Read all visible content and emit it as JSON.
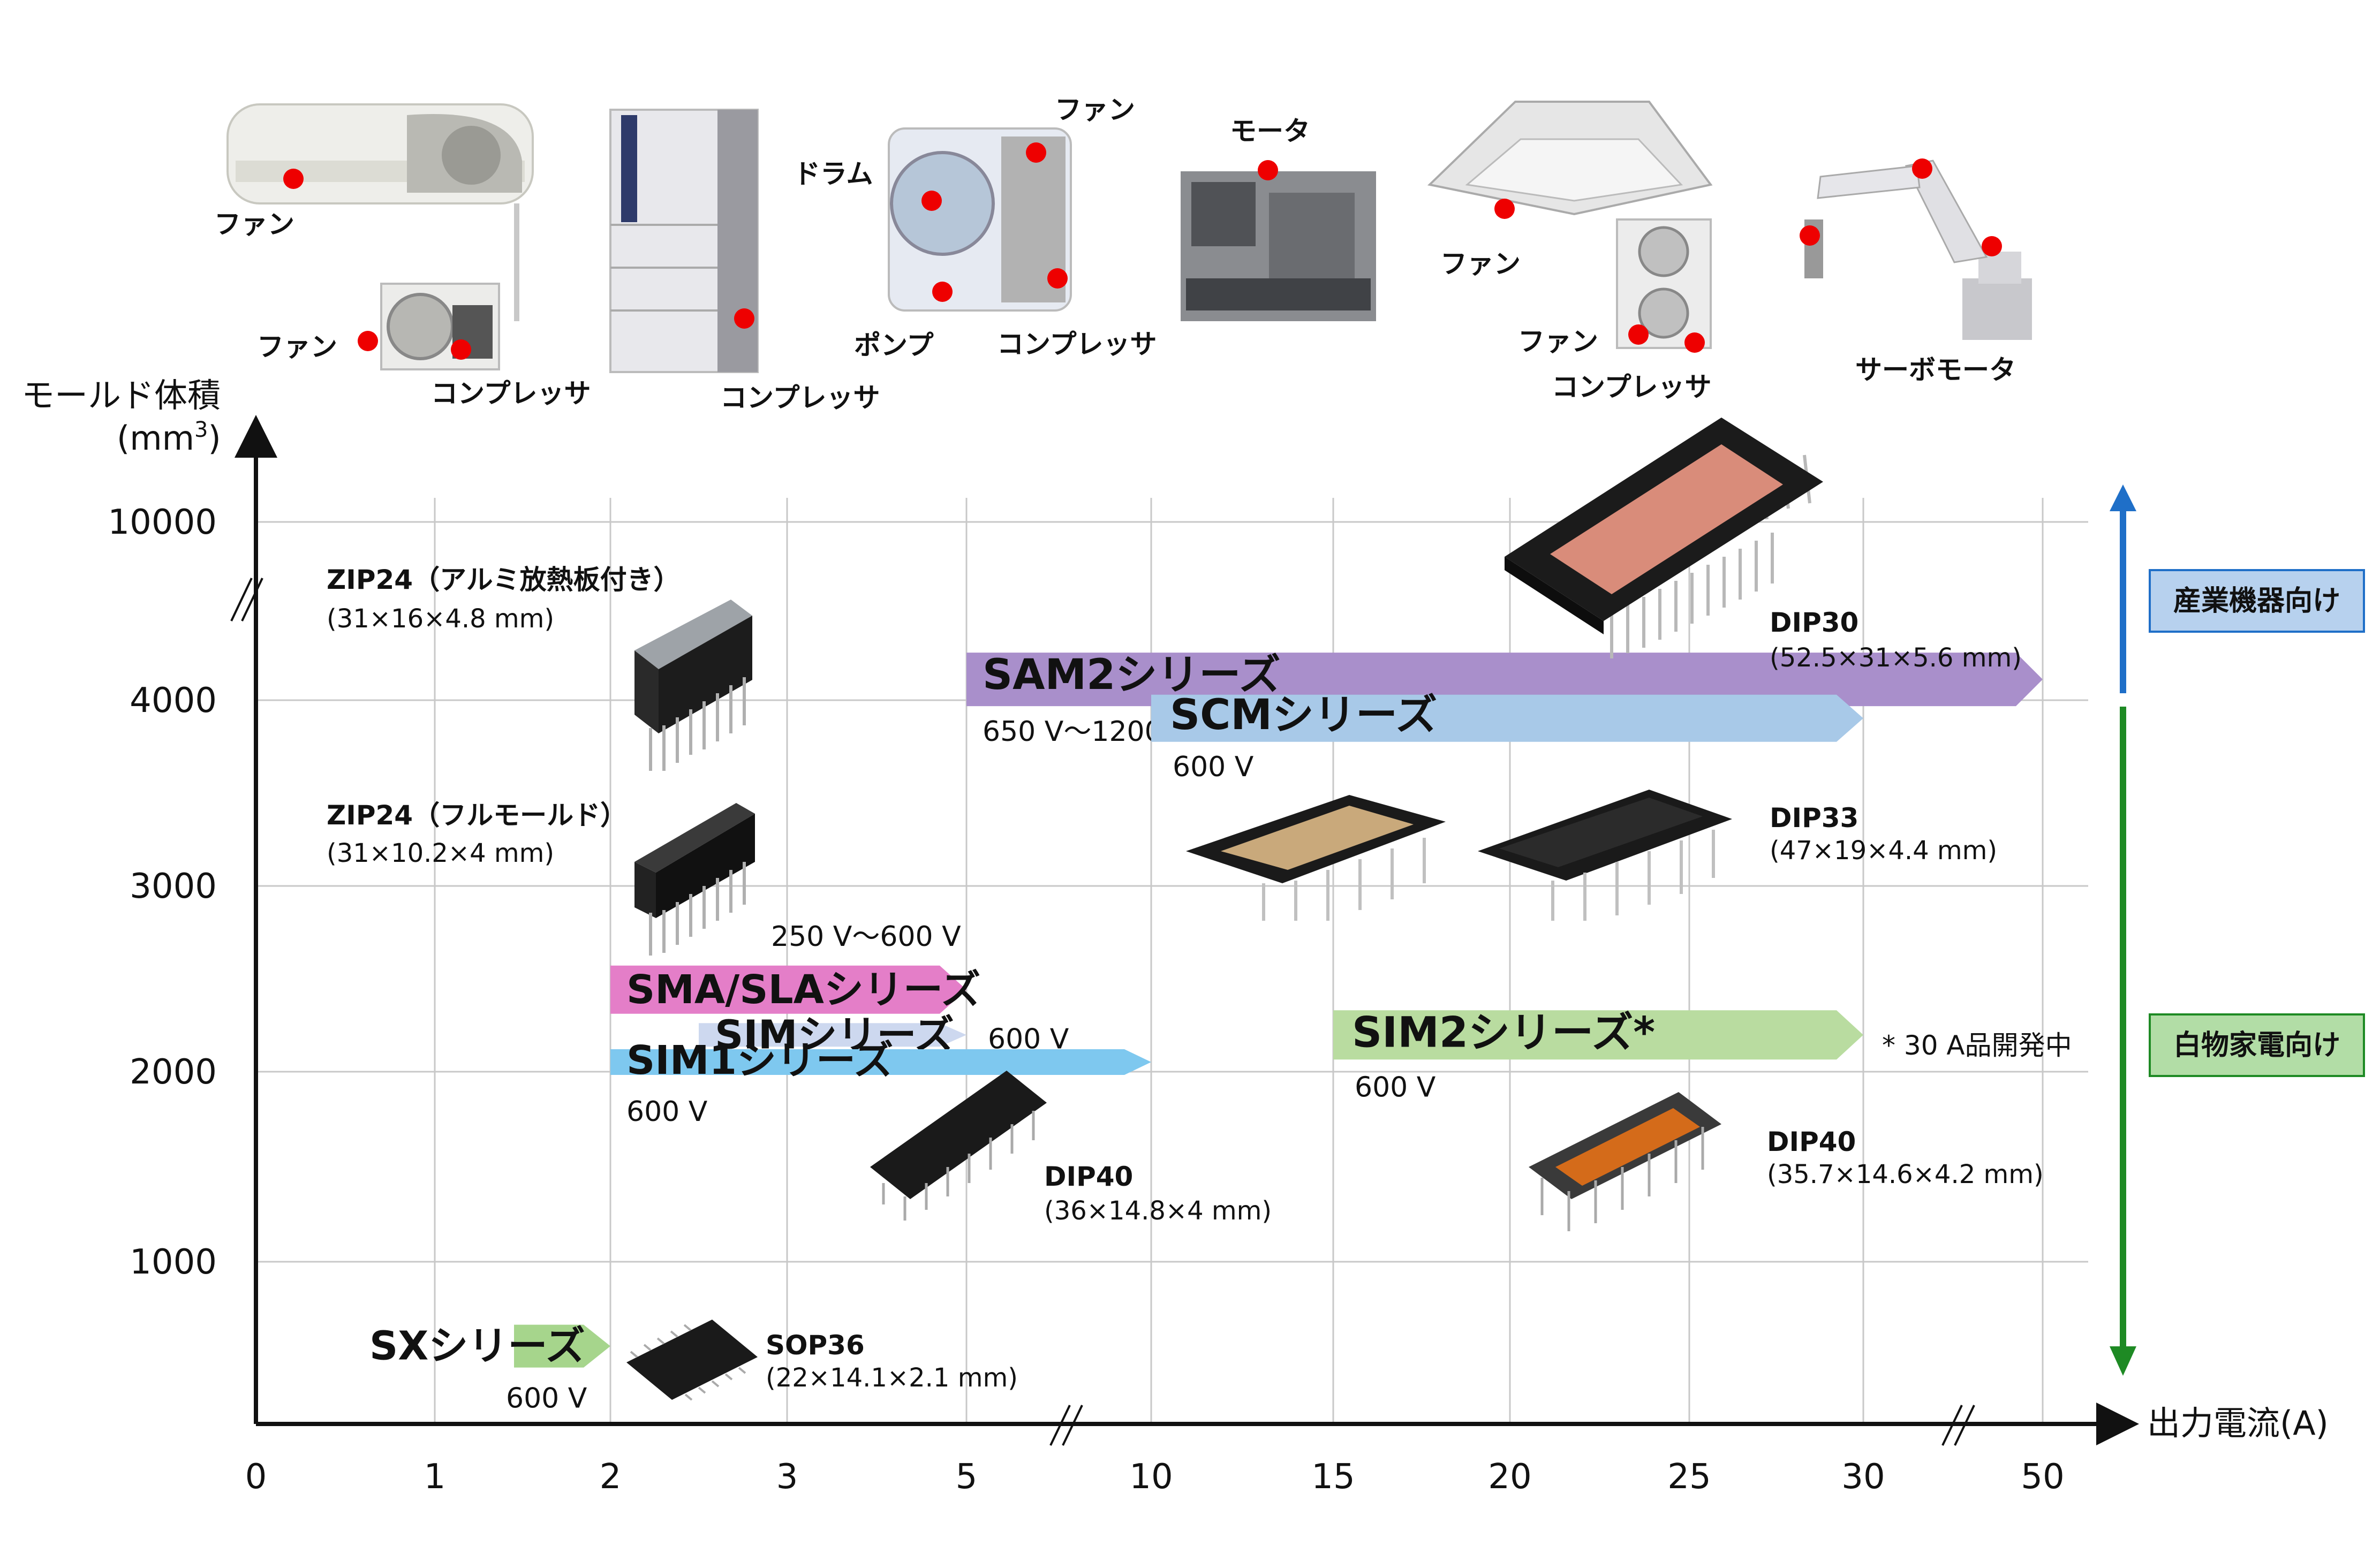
{
  "chart_data": {
    "type": "bar",
    "xlabel": "出力電流(A)",
    "ylabel_line1": "モールド体積",
    "ylabel_line2_base": "(mm",
    "ylabel_line2_sup": "3",
    "ylabel_line2_end": ")",
    "x_ticks": [
      "0",
      "1",
      "2",
      "3",
      "5",
      "10",
      "15",
      "20",
      "25",
      "30",
      "50"
    ],
    "y_ticks": [
      "1000",
      "2000",
      "3000",
      "4000",
      "10000"
    ],
    "series": [
      {
        "name": "SAM2シリーズ",
        "x": [
          "5",
          "50"
        ],
        "y_center": "4700",
        "voltage": "650 V〜1200 V",
        "color": "#a98fcb"
      },
      {
        "name": "SCMシリーズ",
        "x": [
          "10",
          "30"
        ],
        "y_center": "3900",
        "voltage": "600 V",
        "color": "#a8c9e8"
      },
      {
        "name": "SMA/SLAシリーズ",
        "x": [
          "2",
          "5"
        ],
        "y_center": "2400",
        "voltage": "250 V〜600 V",
        "color": "#e47ec8"
      },
      {
        "name": "SIMシリーズ",
        "x": [
          "2.5",
          "5"
        ],
        "y_center": "2150",
        "voltage": "600 V",
        "color": "#cdd8ef"
      },
      {
        "name": "SIM1シリーズ",
        "x": [
          "2",
          "10"
        ],
        "y_center": "2000",
        "voltage": "600 V",
        "color": "#7ec8ef"
      },
      {
        "name": "SIM2シリーズ*",
        "x": [
          "15",
          "30"
        ],
        "y_center": "2150",
        "voltage": "600 V",
        "color": "#b9dca0"
      },
      {
        "name": "SXシリーズ",
        "x": [
          "1.5",
          "2"
        ],
        "y_center": "430",
        "voltage": "600 V",
        "color": "#a6d58c"
      }
    ],
    "packages": [
      {
        "name": "ZIP24（アルミ放熱板付き）",
        "dims": "(31×16×4.8 mm)"
      },
      {
        "name": "ZIP24（フルモールド）",
        "dims": "(31×10.2×4 mm)"
      },
      {
        "name": "DIP30",
        "dims": "(52.5×31×5.6 mm)"
      },
      {
        "name": "DIP33",
        "dims": "(47×19×4.4 mm)"
      },
      {
        "name": "DIP40",
        "dims": "(36×14.8×4 mm)"
      },
      {
        "name": "DIP40",
        "dims": "(35.7×14.6×4.2 mm)"
      },
      {
        "name": "SOP36",
        "dims": "(22×14.1×2.1 mm)"
      }
    ],
    "note": "* 30 A品開発中",
    "categories": [
      {
        "label": "産業機器向け",
        "color": "#1f6fc8",
        "box": "#b7d1ee"
      },
      {
        "label": "白物家電向け",
        "color": "#1e8a24",
        "box": "#b2dda6"
      }
    ],
    "grid": true
  },
  "applications": {
    "aircon_fan": "ファン",
    "aircon_outdoor_fan": "ファン",
    "aircon_compressor": "コンプレッサ",
    "fridge_compressor": "コンプレッサ",
    "washer_fan": "ファン",
    "washer_drum": "ドラム",
    "washer_pump": "ポンプ",
    "washer_compressor": "コンプレッサ",
    "machine_motor": "モータ",
    "cassette_fan": "ファン",
    "outdoor_fan": "ファン",
    "outdoor_compressor": "コンプレッサ",
    "robot_motor": "サーボモータ"
  },
  "colors": {
    "marker": "#ee0000",
    "axis": "#111111",
    "grid": "#c8c8c8"
  }
}
